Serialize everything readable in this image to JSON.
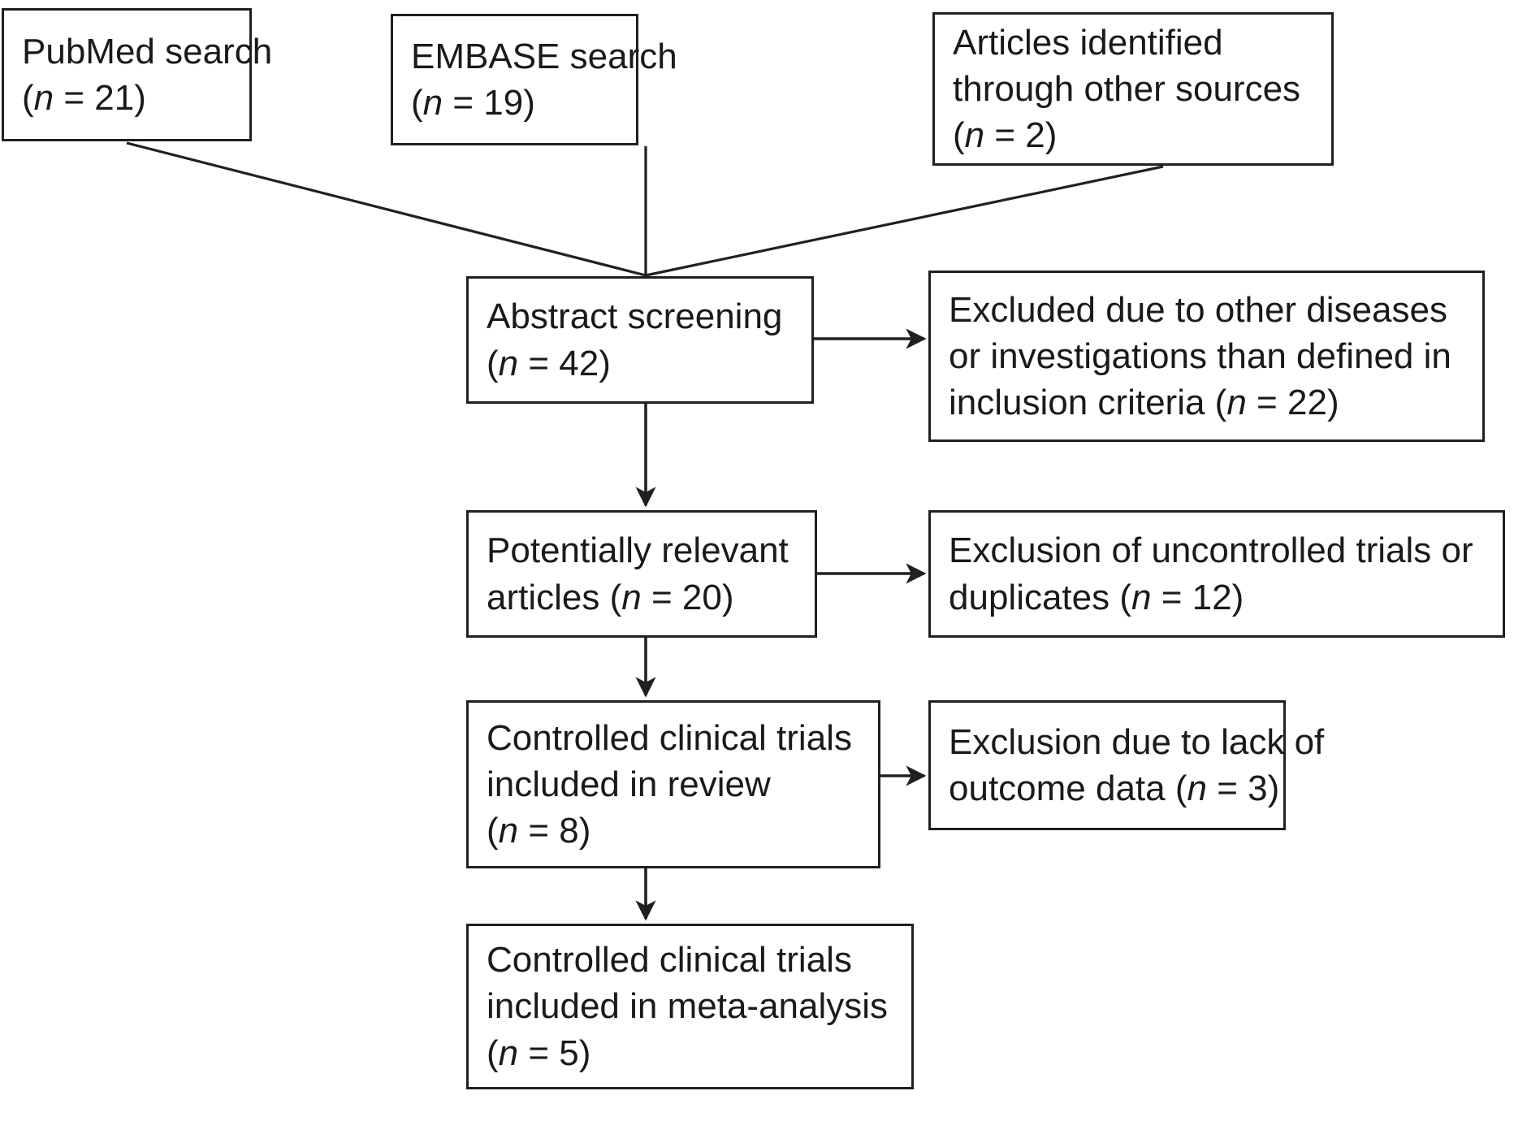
{
  "diagram": {
    "type": "flowchart",
    "title": "PRISMA study selection flow diagram",
    "colors": {
      "stroke": "#231f20",
      "text": "#1a1a1a",
      "background": "#ffffff"
    },
    "nodes": {
      "pubmed": {
        "id": "pubmed",
        "label": "PubMed search (n = 21)",
        "lines": [
          "PubMed search",
          "(n = 21)"
        ],
        "line1": "PubMed search",
        "count_prefix": "(",
        "count_var": "n",
        "count_mid": " = ",
        "count_value": "21",
        "count_suffix": ")"
      },
      "embase": {
        "id": "embase",
        "label": "EMBASE search (n = 19)",
        "lines": [
          "EMBASE search",
          "(n = 19)"
        ],
        "line1": "EMBASE search",
        "count_prefix": "(",
        "count_var": "n",
        "count_mid": " = ",
        "count_value": "19",
        "count_suffix": ")"
      },
      "other_sources": {
        "id": "other_sources",
        "label": "Articles identified through other sources (n = 2)",
        "lines": [
          "Articles identified",
          "through other sources",
          "(n = 2)"
        ],
        "line1": "Articles identified",
        "line2": "through other sources",
        "count_prefix": "(",
        "count_var": "n",
        "count_mid": " = ",
        "count_value": "2",
        "count_suffix": ")"
      },
      "abstract_screening": {
        "id": "abstract_screening",
        "label": "Abstract screening (n = 42)",
        "lines": [
          "Abstract screening",
          "(n = 42)"
        ],
        "line1": "Abstract screening",
        "count_prefix": "(",
        "count_var": "n",
        "count_mid": " = ",
        "count_value": "42",
        "count_suffix": ")"
      },
      "excluded_diseases": {
        "id": "excluded_diseases",
        "label": "Excluded due to other diseases or investigations than defined in inclusion criteria (n = 22)",
        "lines": [
          "Excluded due to other diseases",
          "or investigations than defined in",
          "inclusion criteria (n = 22)"
        ],
        "line1": "Excluded due to other diseases",
        "line2": "or investigations than defined in",
        "line3_prefix": "inclusion criteria (",
        "count_var": "n",
        "count_mid": " = ",
        "count_value": "22",
        "count_suffix": ")"
      },
      "potentially_relevant": {
        "id": "potentially_relevant",
        "label": "Potentially relevant articles (n = 20)",
        "lines": [
          "Potentially relevant",
          "articles (n = 20)"
        ],
        "line1": "Potentially relevant",
        "line2_prefix": "articles (",
        "count_var": "n",
        "count_mid": " = ",
        "count_value": "20",
        "count_suffix": ")"
      },
      "excluded_uncontrolled": {
        "id": "excluded_uncontrolled",
        "label": "Exclusion of uncontrolled trials or duplicates (n = 12)",
        "lines": [
          "Exclusion of uncontrolled trials or",
          "duplicates (n = 12)"
        ],
        "line1": "Exclusion of uncontrolled trials or",
        "line2_prefix": "duplicates (",
        "count_var": "n",
        "count_mid": " = ",
        "count_value": "12",
        "count_suffix": ")"
      },
      "included_review": {
        "id": "included_review",
        "label": "Controlled clinical trials included in review (n = 8)",
        "lines": [
          "Controlled clinical trials",
          "included in review",
          "(n = 8)"
        ],
        "line1": "Controlled clinical trials",
        "line2": "included in review",
        "count_prefix": "(",
        "count_var": "n",
        "count_mid": " = ",
        "count_value": "8",
        "count_suffix": ")"
      },
      "excluded_outcome": {
        "id": "excluded_outcome",
        "label": "Exclusion due to lack of outcome data (n = 3)",
        "lines": [
          "Exclusion due to lack of",
          "outcome data (n = 3)"
        ],
        "line1": "Exclusion due to lack of",
        "line2_prefix": "outcome data (",
        "count_var": "n",
        "count_mid": " = ",
        "count_value": "3",
        "count_suffix": ")"
      },
      "included_meta": {
        "id": "included_meta",
        "label": "Controlled clinical trials included in meta-analysis (n = 5)",
        "lines": [
          "Controlled clinical trials",
          "included in meta-analysis",
          "(n = 5)"
        ],
        "line1": "Controlled clinical trials",
        "line2": "included in meta-analysis",
        "count_prefix": "(",
        "count_var": "n",
        "count_mid": " = ",
        "count_value": "5",
        "count_suffix": ")"
      }
    },
    "edges": [
      {
        "from": "pubmed",
        "to": "abstract_screening",
        "arrowhead": false
      },
      {
        "from": "embase",
        "to": "abstract_screening",
        "arrowhead": false
      },
      {
        "from": "other_sources",
        "to": "abstract_screening",
        "arrowhead": false
      },
      {
        "from": "abstract_screening",
        "to": "excluded_diseases",
        "arrowhead": true
      },
      {
        "from": "abstract_screening",
        "to": "potentially_relevant",
        "arrowhead": true
      },
      {
        "from": "potentially_relevant",
        "to": "excluded_uncontrolled",
        "arrowhead": true
      },
      {
        "from": "potentially_relevant",
        "to": "included_review",
        "arrowhead": true
      },
      {
        "from": "included_review",
        "to": "excluded_outcome",
        "arrowhead": true
      },
      {
        "from": "included_review",
        "to": "included_meta",
        "arrowhead": true
      }
    ]
  }
}
